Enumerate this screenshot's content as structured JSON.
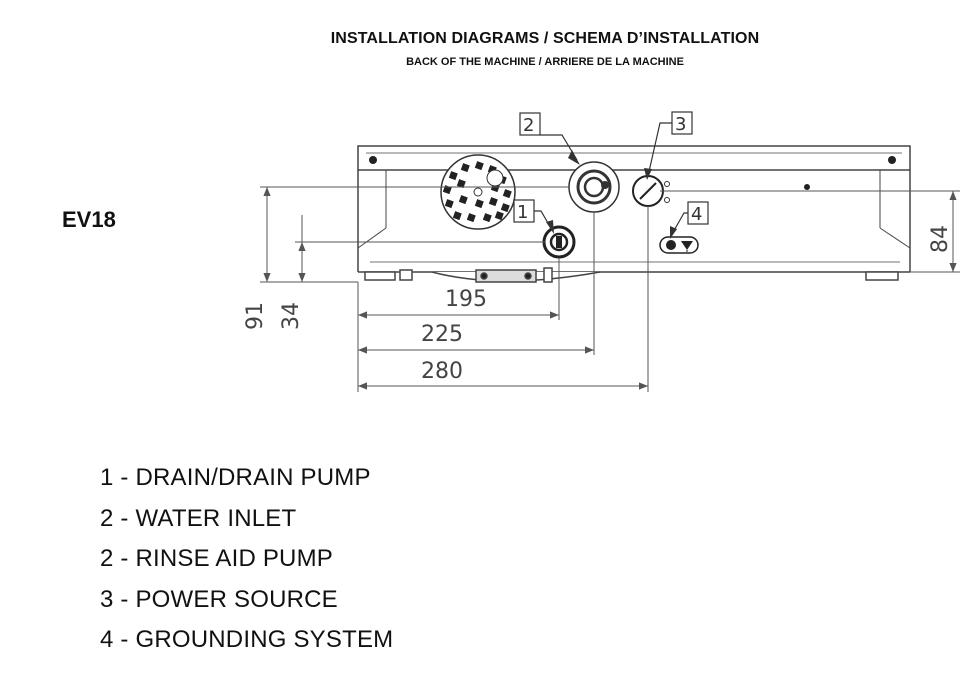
{
  "header": {
    "title": "INSTALLATION DIAGRAMS / SCHEMA D’INSTALLATION",
    "subtitle": "BACK OF THE MACHINE / ARRIERE DE LA MACHINE"
  },
  "model": "EV18",
  "diagram": {
    "callouts": [
      "1",
      "2",
      "3",
      "4"
    ],
    "dimensions": {
      "d195": "195",
      "d225": "225",
      "d280": "280",
      "d91": "91",
      "d34": "34",
      "d84": "84"
    }
  },
  "legend": [
    "1 - DRAIN/DRAIN PUMP",
    "2 - WATER INLET",
    "2 - RINSE AID PUMP",
    "3 - POWER SOURCE",
    "4 - GROUNDING SYSTEM"
  ]
}
